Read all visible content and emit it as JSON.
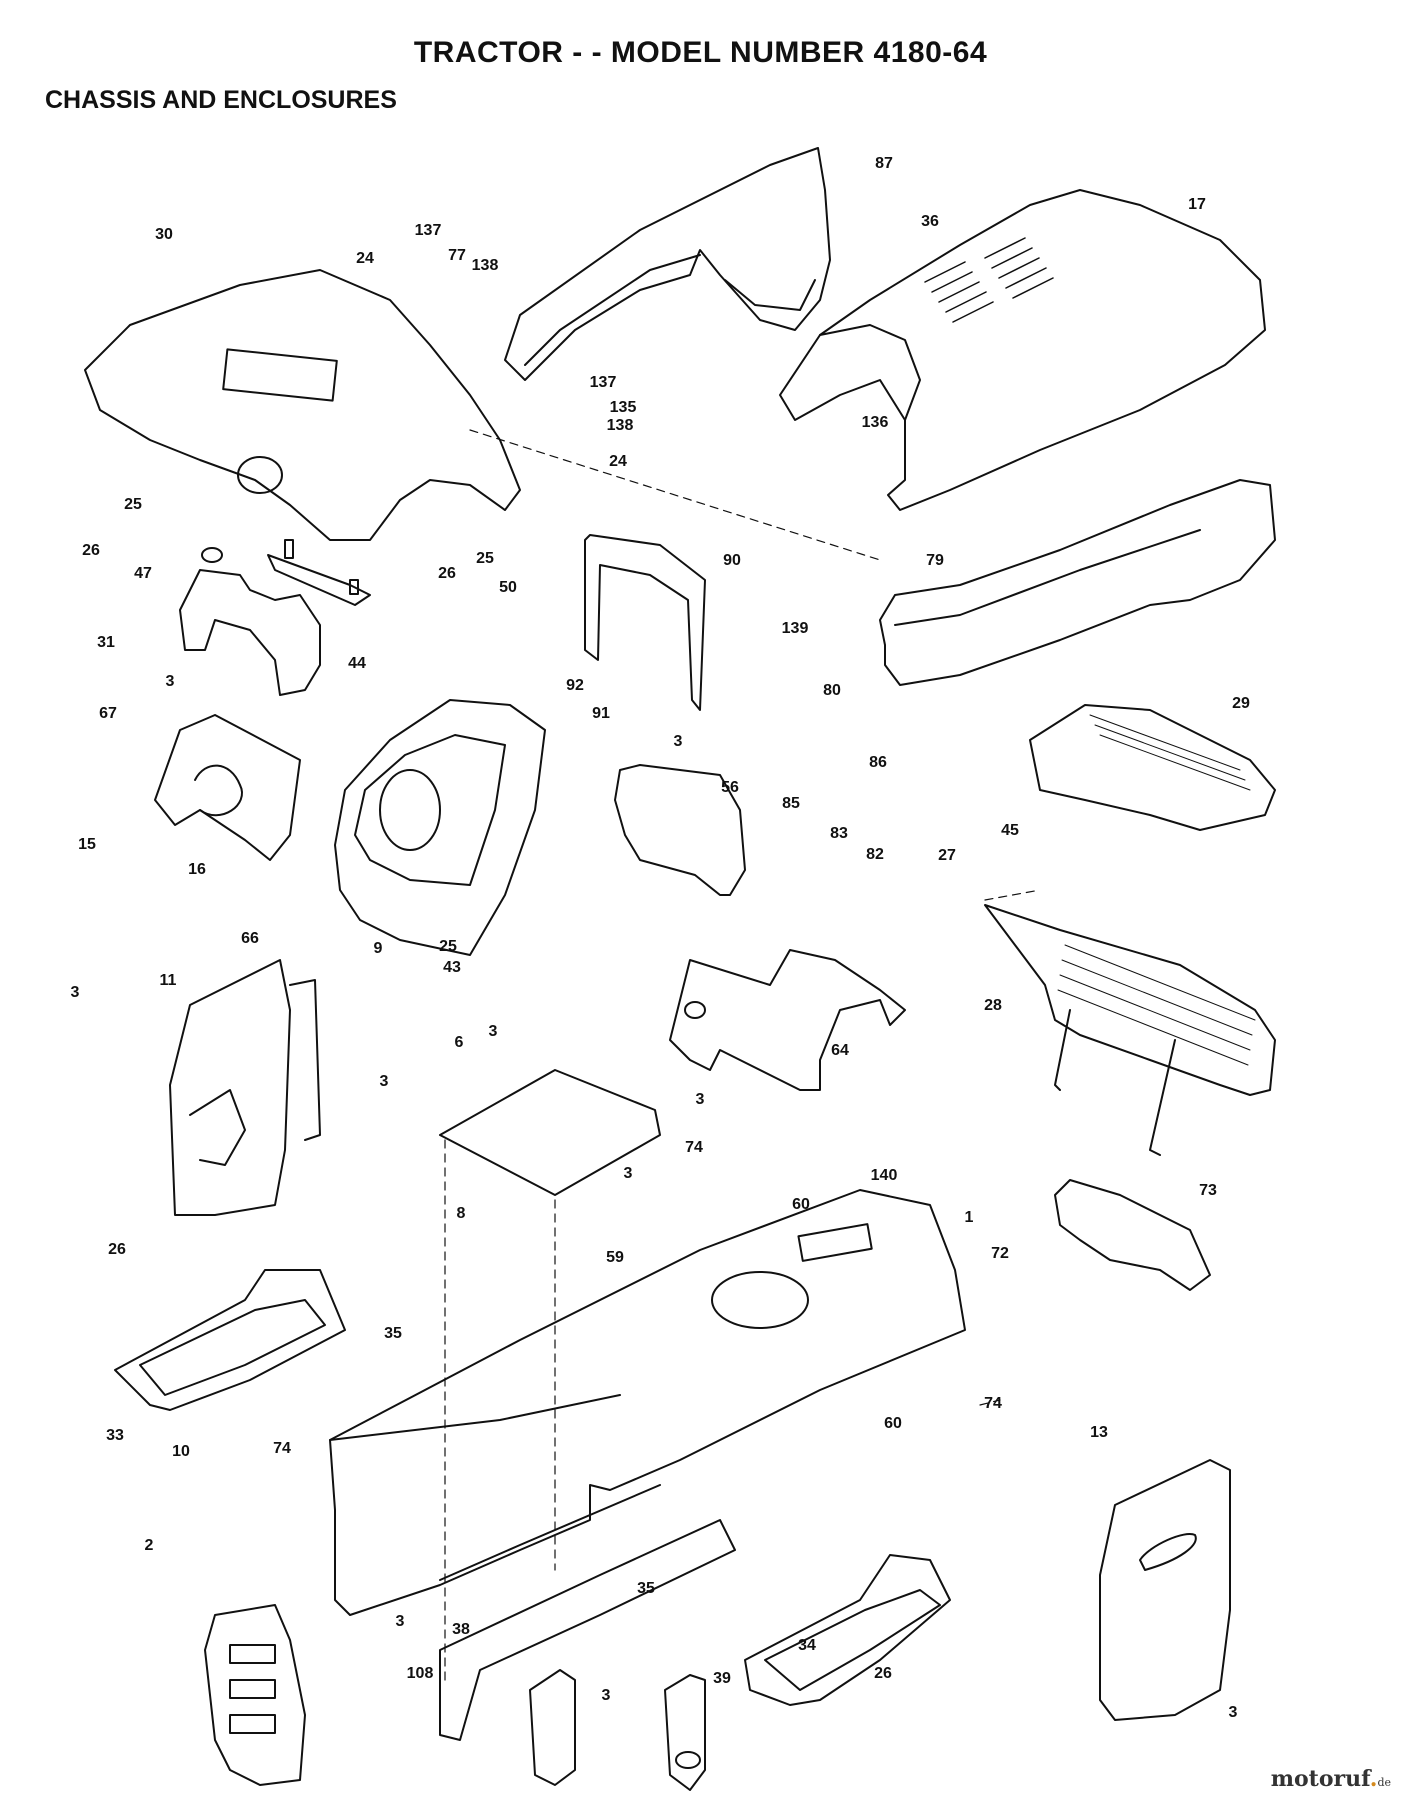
{
  "header": {
    "title": "TRACTOR - - MODEL NUMBER 4180-64",
    "subtitle": "CHASSIS AND ENCLOSURES"
  },
  "watermark": {
    "text_main": "motoruf",
    "text_dot": ".",
    "text_tld": "de"
  },
  "callouts": [
    {
      "id": "87",
      "label": "87"
    },
    {
      "id": "36",
      "label": "36"
    },
    {
      "id": "17",
      "label": "17"
    },
    {
      "id": "30",
      "label": "30"
    },
    {
      "id": "24a",
      "label": "24"
    },
    {
      "id": "137a",
      "label": "137"
    },
    {
      "id": "77",
      "label": "77"
    },
    {
      "id": "138a",
      "label": "138"
    },
    {
      "id": "137b",
      "label": "137"
    },
    {
      "id": "135",
      "label": "135"
    },
    {
      "id": "138b",
      "label": "138"
    },
    {
      "id": "136",
      "label": "136"
    },
    {
      "id": "24b",
      "label": "24"
    },
    {
      "id": "25a",
      "label": "25"
    },
    {
      "id": "26a",
      "label": "26"
    },
    {
      "id": "25b",
      "label": "25"
    },
    {
      "id": "26b",
      "label": "26"
    },
    {
      "id": "47",
      "label": "47"
    },
    {
      "id": "44",
      "label": "44"
    },
    {
      "id": "31",
      "label": "31"
    },
    {
      "id": "3a",
      "label": "3"
    },
    {
      "id": "50",
      "label": "50"
    },
    {
      "id": "90",
      "label": "90"
    },
    {
      "id": "92",
      "label": "92"
    },
    {
      "id": "91",
      "label": "91"
    },
    {
      "id": "3b",
      "label": "3"
    },
    {
      "id": "139",
      "label": "139"
    },
    {
      "id": "79",
      "label": "79"
    },
    {
      "id": "80",
      "label": "80"
    },
    {
      "id": "86",
      "label": "86"
    },
    {
      "id": "29",
      "label": "29"
    },
    {
      "id": "67",
      "label": "67"
    },
    {
      "id": "15",
      "label": "15"
    },
    {
      "id": "16",
      "label": "16"
    },
    {
      "id": "66",
      "label": "66"
    },
    {
      "id": "9",
      "label": "9"
    },
    {
      "id": "25c",
      "label": "25"
    },
    {
      "id": "43",
      "label": "43"
    },
    {
      "id": "56",
      "label": "56"
    },
    {
      "id": "85",
      "label": "85"
    },
    {
      "id": "83",
      "label": "83"
    },
    {
      "id": "82",
      "label": "82"
    },
    {
      "id": "27",
      "label": "27"
    },
    {
      "id": "45",
      "label": "45"
    },
    {
      "id": "11",
      "label": "11"
    },
    {
      "id": "3c",
      "label": "3"
    },
    {
      "id": "64",
      "label": "64"
    },
    {
      "id": "28",
      "label": "28"
    },
    {
      "id": "3d",
      "label": "3"
    },
    {
      "id": "3e",
      "label": "3"
    },
    {
      "id": "6",
      "label": "6"
    },
    {
      "id": "3f",
      "label": "3"
    },
    {
      "id": "3g",
      "label": "3"
    },
    {
      "id": "74a",
      "label": "74"
    },
    {
      "id": "140",
      "label": "140"
    },
    {
      "id": "60a",
      "label": "60"
    },
    {
      "id": "1",
      "label": "1"
    },
    {
      "id": "73",
      "label": "73"
    },
    {
      "id": "72",
      "label": "72"
    },
    {
      "id": "8",
      "label": "8"
    },
    {
      "id": "59",
      "label": "59"
    },
    {
      "id": "26c",
      "label": "26"
    },
    {
      "id": "35a",
      "label": "35"
    },
    {
      "id": "33",
      "label": "33"
    },
    {
      "id": "10",
      "label": "10"
    },
    {
      "id": "60b",
      "label": "60"
    },
    {
      "id": "74b",
      "label": "74"
    },
    {
      "id": "74c",
      "label": "74"
    },
    {
      "id": "13",
      "label": "13"
    },
    {
      "id": "2",
      "label": "2"
    },
    {
      "id": "35b",
      "label": "35"
    },
    {
      "id": "3h",
      "label": "3"
    },
    {
      "id": "108",
      "label": "108"
    },
    {
      "id": "38",
      "label": "38"
    },
    {
      "id": "3i",
      "label": "3"
    },
    {
      "id": "39",
      "label": "39"
    },
    {
      "id": "34",
      "label": "34"
    },
    {
      "id": "26d",
      "label": "26"
    },
    {
      "id": "3j",
      "label": "3"
    }
  ]
}
